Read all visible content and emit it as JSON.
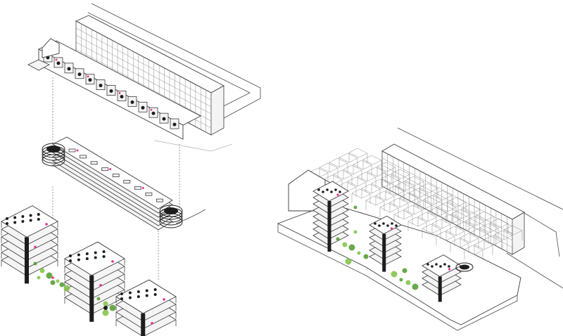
{
  "image": {
    "width": 800,
    "height": 478,
    "background": "#ffffff"
  },
  "colors": {
    "linework": "#3a3a3a",
    "accent_pink": "#e8338a",
    "vegetation_light": "#7cc242",
    "vegetation_dark": "#4f9a2e",
    "solid_black": "#1d1d1d"
  },
  "views": [
    {
      "key": "exploded-axonometric",
      "layers": [
        "upper-level-units",
        "ring-floorplates",
        "lower-blocks-with-vegetation"
      ]
    },
    {
      "key": "assembled-axonometric"
    }
  ]
}
